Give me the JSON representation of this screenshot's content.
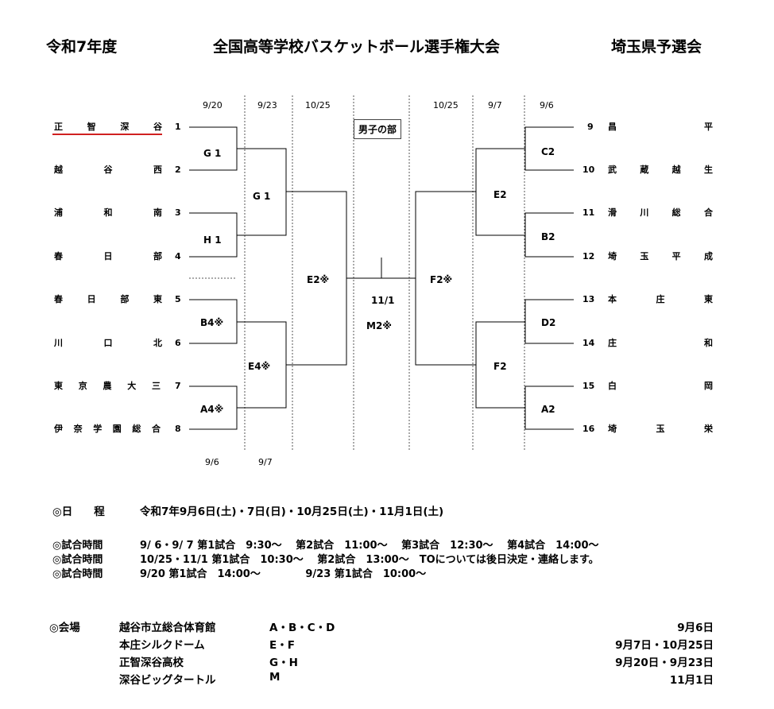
{
  "header": {
    "left": "令和7年度",
    "center": "全国高等学校バスケットボール選手権大会",
    "right": "埼玉県予選会"
  },
  "dates_top": [
    "9/20",
    "9/23",
    "10/25",
    "10/25",
    "9/7",
    "9/6"
  ],
  "dates_bottom": [
    "9/6",
    "9/7"
  ],
  "division": "男子の部",
  "left_teams": [
    {
      "chars": [
        "正",
        "智",
        "深",
        "谷"
      ],
      "no": "1"
    },
    {
      "chars": [
        "越",
        "谷",
        "西"
      ],
      "no": "2"
    },
    {
      "chars": [
        "浦",
        "和",
        "南"
      ],
      "no": "3"
    },
    {
      "chars": [
        "春",
        "日",
        "部"
      ],
      "no": "4"
    },
    {
      "chars": [
        "春",
        "日",
        "部",
        "東"
      ],
      "no": "5"
    },
    {
      "chars": [
        "川",
        "口",
        "北"
      ],
      "no": "6"
    },
    {
      "chars": [
        "東",
        "京",
        "農",
        "大",
        "三"
      ],
      "no": "7"
    },
    {
      "chars": [
        "伊",
        "奈",
        "学",
        "園",
        "総",
        "合"
      ],
      "no": "8"
    }
  ],
  "right_teams": [
    {
      "no": "9",
      "chars": [
        "昌",
        "平"
      ]
    },
    {
      "no": "10",
      "chars": [
        "武",
        "蔵",
        "越",
        "生"
      ]
    },
    {
      "no": "11",
      "chars": [
        "滑",
        "川",
        "総",
        "合"
      ]
    },
    {
      "no": "12",
      "chars": [
        "埼",
        "玉",
        "平",
        "成"
      ]
    },
    {
      "no": "13",
      "chars": [
        "本",
        "庄",
        "東"
      ]
    },
    {
      "no": "14",
      "chars": [
        "庄",
        "和"
      ]
    },
    {
      "no": "15",
      "chars": [
        "白",
        "岡"
      ]
    },
    {
      "no": "16",
      "chars": [
        "埼",
        "玉",
        "栄"
      ]
    }
  ],
  "games": {
    "l1": "G 1",
    "l2": "H 1",
    "l3": "B4※",
    "l4": "A4※",
    "l5": "G 1",
    "l6": "E4※",
    "l7": "E2※",
    "r1": "C2",
    "r2": "B2",
    "r3": "D2",
    "r4": "A2",
    "r5": "E2",
    "r6": "F2",
    "r7": "F2※",
    "final_date": "11/1",
    "final_code": "M2※"
  },
  "schedule": {
    "label": "◎日　　程",
    "text": "令和7年9月6日(土)・7日(日)・10月25日(土)・11月1日(土)"
  },
  "times": [
    {
      "label": "◎試合時間",
      "text": "9/ 6・9/ 7 第1試合　9:30～　 第2試合　11:00～　 第3試合　12:30～　 第4試合　14:00～"
    },
    {
      "label": "◎試合時間",
      "text": "10/25・11/1 第1試合　10:30～　 第2試合　13:00～　TOについては後日決定・連絡します。"
    },
    {
      "label": "◎試合時間",
      "text": "9/20 第1試合　14:00～　　　　 9/23 第1試合　10:00～"
    }
  ],
  "venue": {
    "label": "◎会場",
    "rows": [
      {
        "name": "越谷市立総合体育館",
        "courts": "A・B・C・D",
        "date": "9月6日"
      },
      {
        "name": "本庄シルクドーム",
        "courts": "E・F",
        "date": "9月7日・10月25日"
      },
      {
        "name": "正智深谷高校",
        "courts": "G・H",
        "date": "9月20日・9月23日"
      },
      {
        "name": "深谷ビッグタートル",
        "courts": "M",
        "date": "11月1日"
      }
    ]
  },
  "colors": {
    "winner_underline": "#d02020",
    "line": "#000000",
    "guide": "#555555"
  }
}
